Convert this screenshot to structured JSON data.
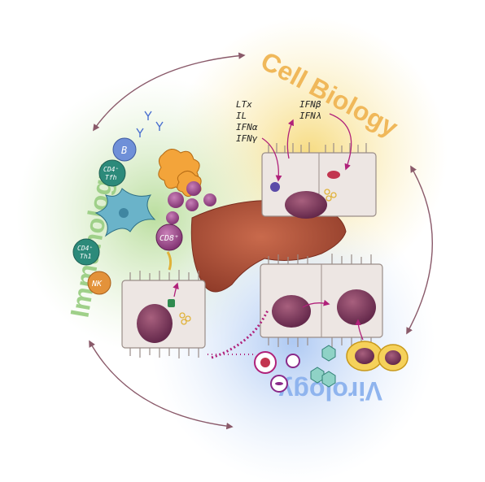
{
  "section_labels": {
    "cell_biology": "Cell Biology",
    "immunology": "Immunology",
    "virology": "Virology"
  },
  "cytokines": {
    "left": [
      "LTx",
      "IL",
      "IFNα",
      "IFNγ"
    ],
    "right": [
      "IFNβ",
      "IFNλ"
    ]
  },
  "immune_cells": {
    "b_cell": "B",
    "cd4_tfh": [
      "CD4⁺",
      "Tfh"
    ],
    "cd4_th1": [
      "CD4⁺",
      "Th1"
    ],
    "cd8": "CD8⁺",
    "nk": "NK"
  },
  "colors": {
    "cell_biology": "#f0b85a",
    "immunology": "#9fd089",
    "virology": "#8fb4ee",
    "liver": "#b5533a",
    "arrows": "#8a5a6a",
    "magenta": "#b0217a",
    "cell_wall": "#ede6e3"
  }
}
